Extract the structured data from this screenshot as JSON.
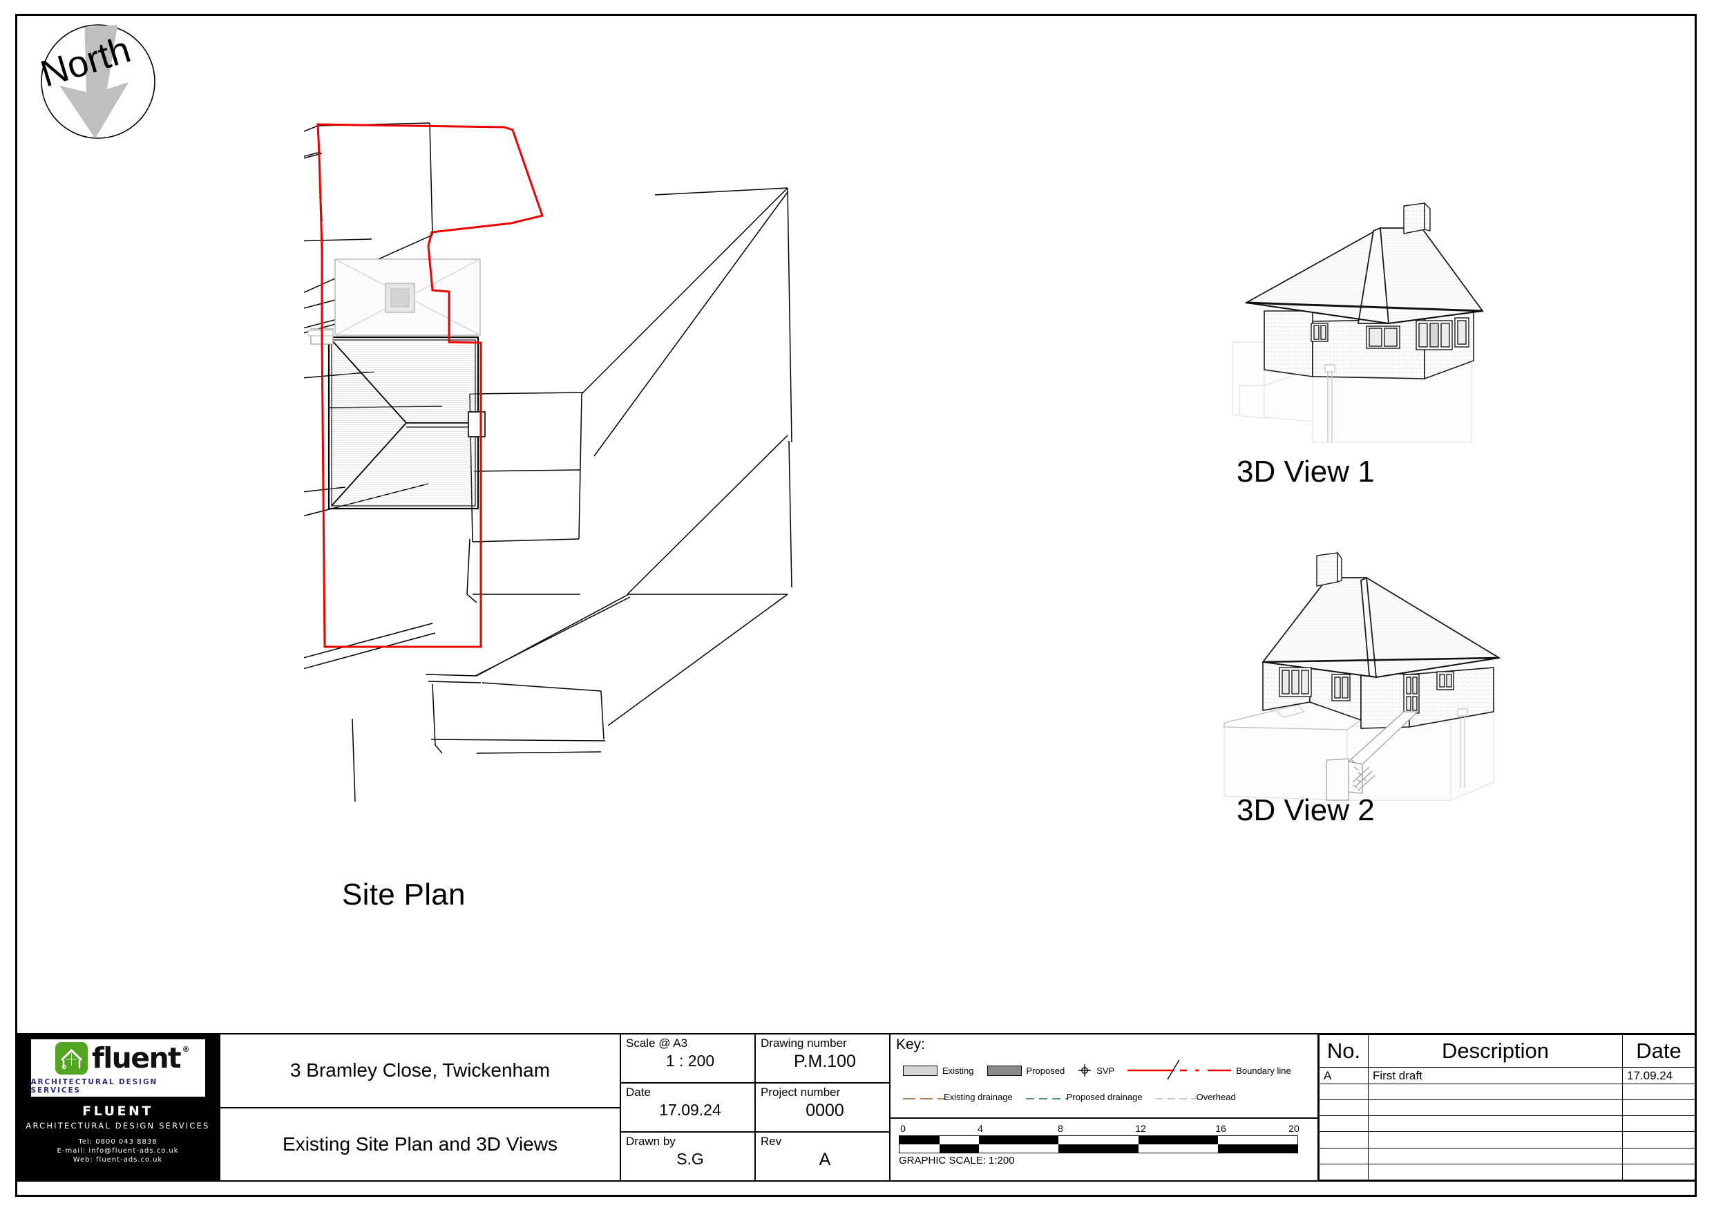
{
  "sheet": {
    "north_label": "North"
  },
  "drawings": {
    "site_plan_label": "Site Plan",
    "view1_label": "3D View 1",
    "view2_label": "3D View 2"
  },
  "titleblock": {
    "logo": {
      "wordmark": "fluent",
      "registered": "®",
      "tagline": "ARCHITECTURAL DESIGN SERVICES",
      "company_name": "FLUENT",
      "company_sub": "ARCHITECTURAL DESIGN SERVICES",
      "tel": "Tel:  0800 043 8838",
      "email": "E-mail:  info@fluent-ads.co.uk",
      "web": "Web:  fluent-ads.co.uk"
    },
    "project_name": "3 Bramley Close, Twickenham",
    "drawing_title": "Existing Site Plan and 3D Views",
    "meta": [
      {
        "label": "Scale @ A3",
        "value": "1 : 200"
      },
      {
        "label": "Drawing number",
        "value": "P.M.100"
      },
      {
        "label": "Date",
        "value": "17.09.24"
      },
      {
        "label": "Project number",
        "value": "0000"
      },
      {
        "label": "Drawn by",
        "value": "S.G"
      },
      {
        "label": "Rev",
        "value": "A"
      }
    ]
  },
  "key": {
    "title": "Key:",
    "row1": [
      {
        "label": "Existing",
        "symbol": "swatch-light"
      },
      {
        "label": "Proposed",
        "symbol": "swatch-dark"
      },
      {
        "label": "SVP",
        "symbol": "svp-cross"
      },
      {
        "label": "Boundary line",
        "symbol": "red-line"
      }
    ],
    "row2": [
      {
        "label": "Existing drainage",
        "symbol": "brown-dash"
      },
      {
        "label": "Proposed drainage",
        "symbol": "green-dash"
      },
      {
        "label": "Overhead",
        "symbol": "grey-dash"
      }
    ],
    "colors": {
      "boundary": "#ee0000",
      "existing_drainage": "#8a5a1e",
      "proposed_drainage": "#1a7a2e",
      "overhead": "#b8b8b8",
      "existing_fill": "#d4d4d4",
      "proposed_fill": "#8a8a8a"
    }
  },
  "scalebar": {
    "caption": "GRAPHIC SCALE: 1:200",
    "ticks": [
      "0",
      "4",
      "8",
      "12",
      "16",
      "20"
    ],
    "segments": 10
  },
  "revisions": {
    "headers": [
      "No.",
      "Description",
      "Date"
    ],
    "rows": [
      {
        "no": "A",
        "description": "First draft",
        "date": "17.09.24"
      },
      {
        "no": "",
        "description": "",
        "date": ""
      },
      {
        "no": "",
        "description": "",
        "date": ""
      },
      {
        "no": "",
        "description": "",
        "date": ""
      },
      {
        "no": "",
        "description": "",
        "date": ""
      },
      {
        "no": "",
        "description": "",
        "date": ""
      },
      {
        "no": "",
        "description": "",
        "date": ""
      }
    ]
  }
}
